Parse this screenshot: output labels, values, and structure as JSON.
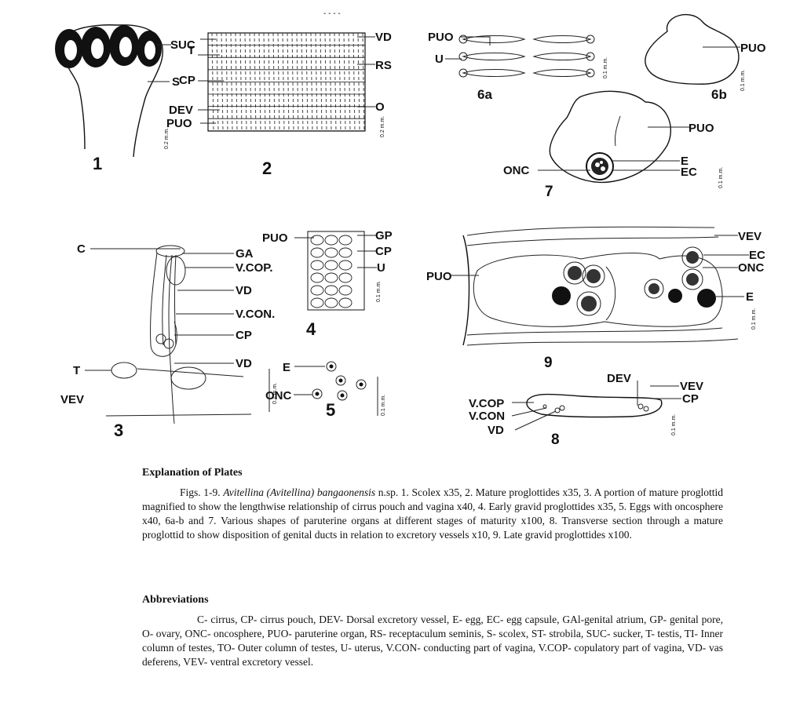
{
  "header_mark": "- - - -",
  "figures": {
    "f1": {
      "number": "1",
      "labels": {
        "suc": "SUC",
        "s": "S"
      }
    },
    "f2": {
      "number": "2",
      "labels": {
        "t": "T",
        "cp": "CP",
        "dev": "DEV",
        "puo": "PUO",
        "vd": "VD",
        "rs": "RS",
        "o": "O"
      }
    },
    "f3": {
      "number": "3",
      "labels": {
        "c": "C",
        "ga": "GA",
        "vcop": "V.COP.",
        "vd": "VD",
        "vcon": "V.CON.",
        "cp": "CP",
        "vd2": "VD",
        "t": "T",
        "vev": "VEV"
      }
    },
    "f4": {
      "number": "4",
      "labels": {
        "puo": "PUO",
        "gp": "GP",
        "cp": "CP",
        "u": "U"
      }
    },
    "f5": {
      "number": "5",
      "labels": {
        "e": "E",
        "onc": "ONC"
      }
    },
    "f6a": {
      "number": "6a",
      "labels": {
        "puo": "PUO",
        "u": "U"
      }
    },
    "f6b": {
      "number": "6b",
      "labels": {
        "puo": "PUO"
      }
    },
    "f7": {
      "number": "7",
      "labels": {
        "puo": "PUO",
        "e": "E",
        "ec": "EC",
        "onc": "ONC"
      }
    },
    "f8": {
      "number": "8",
      "labels": {
        "dev": "DEV",
        "vev": "VEV",
        "cp": "CP",
        "vcop": "V.COP",
        "vcon": "V.CON",
        "vd": "VD"
      }
    },
    "f9": {
      "number": "9",
      "labels": {
        "puo": "PUO",
        "vev": "VEV",
        "ec": "EC",
        "onc": "ONC",
        "e": "E"
      }
    }
  },
  "scale_labels": {
    "mm1": "0.2 m.m.",
    "mm2": "0.2 m.m.",
    "mm3": "0.1 m.m.",
    "mm4": "0.1 m.m.",
    "mm5": "0.1 m.m.",
    "mm6": "0.1 m.m.",
    "mm7": "0.1 m.m.",
    "mm8": "0.1 m.m.",
    "mm9": "0.1 m.m.",
    "mm10": "0.1 m.m."
  },
  "explanation": {
    "heading": "Explanation of Plates",
    "lead": "Figs. 1-9.",
    "species": "Avitellina (Avitellina) bangaonensis",
    "body": "n.sp. 1. Scolex x35, 2. Mature proglottides x35, 3. A portion of mature proglottid magnified to show the lengthwise relationship of cirrus pouch and vagina x40, 4. Early gravid proglottides x35, 5. Eggs with oncosphere x40, 6a-b and 7. Various shapes of paruterine organs at different stages of maturity x100, 8. Transverse section through a mature proglottid to show disposition of genital ducts in relation to excretory vessels x10, 9. Late gravid proglottides x100."
  },
  "abbreviations": {
    "heading": "Abbreviations",
    "text": "C- cirrus, CP- cirrus pouch, DEV- Dorsal excretory vessel, E- egg, EC- egg capsule, GAl-genital atrium, GP- genital pore, O- ovary, ONC- oncosphere, PUO- paruterine organ, RS- receptaculum seminis, S- scolex, ST- strobila, SUC- sucker, T- testis, TI- Inner column of testes, TO- Outer column of testes, U- uterus, V.CON- conducting part of vagina, V.COP- copulatory part of vagina, VD- vas deferens, VEV- ventral excretory vessel."
  }
}
